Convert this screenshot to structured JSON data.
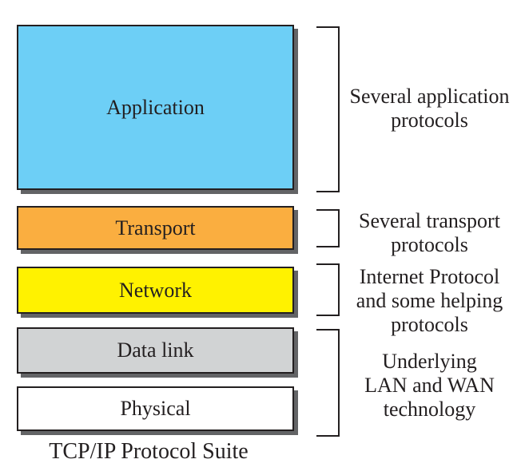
{
  "diagram": {
    "caption": "TCP/IP Protocol Suite",
    "layers": [
      {
        "label": "Application",
        "fill": "#6DCFF6"
      },
      {
        "label": "Transport",
        "fill": "#FAAE40"
      },
      {
        "label": "Network",
        "fill": "#FFF200"
      },
      {
        "label": "Data link",
        "fill": "#D1D3D4"
      },
      {
        "label": "Physical",
        "fill": "#FFFFFF"
      }
    ],
    "annotations": [
      {
        "for": "Application",
        "text": "Several application\nprotocols"
      },
      {
        "for": "Transport",
        "text": "Several transport\nprotocols"
      },
      {
        "for": "Network",
        "text": "Internet Protocol\nand some helping\nprotocols"
      },
      {
        "for": "Data link, Physical",
        "text": "Underlying\nLAN and WAN\ntechnology"
      }
    ],
    "colors": {
      "ink": "#231F20",
      "shadow": "#636466",
      "background": "#FFFFFF"
    }
  }
}
